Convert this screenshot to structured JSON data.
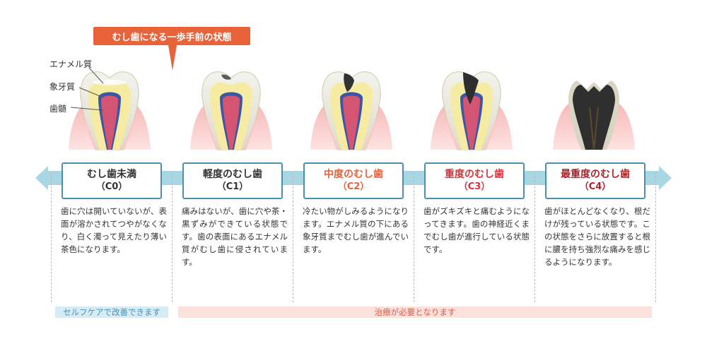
{
  "callout": {
    "label": "むし歯になる一歩手前の状態"
  },
  "anatomy_labels": [
    "エナメル質",
    "象牙質",
    "歯髄"
  ],
  "stages": [
    {
      "name": "むし歯未満",
      "code": "（C0）",
      "name_color": "#333333",
      "description": "歯に穴は開いていないが、表面が溶かされてつやがなくなり、白く濁って見えたり薄い茶色になります。"
    },
    {
      "name": "軽度のむし歯",
      "code": "（C1）",
      "name_color": "#333333",
      "description": "痛みはないが、歯に穴や茶・黒ずみができている状態です。歯の表面にあるエナメル質がむし歯に侵されています。"
    },
    {
      "name": "中度のむし歯",
      "code": "（C2）",
      "name_color": "#e8623a",
      "description": "冷たい物がしみるようになります。エナメル質の下にある象牙質までむし歯が進んでいます。"
    },
    {
      "name": "重度のむし歯",
      "code": "（C3）",
      "name_color": "#d8323a",
      "description": "歯がズキズキと痛むようになってきます。歯の神経近くまでむし歯が進行している状態です。"
    },
    {
      "name": "最重度のむし歯",
      "code": "（C4）",
      "name_color": "#b0222a",
      "description": "歯がほとんどなくなり、根だけが残っている状態です。この状態をさらに放置すると根に膿を持ち強烈な痛みを感じるようになります。"
    }
  ],
  "bands": {
    "self_care": "セルフケアで改善できます",
    "treatment": "治療が必要となります"
  },
  "colors": {
    "timeline": "#a9d6e3",
    "box_border": "#4c8fb0",
    "callout": "#e8623a"
  }
}
